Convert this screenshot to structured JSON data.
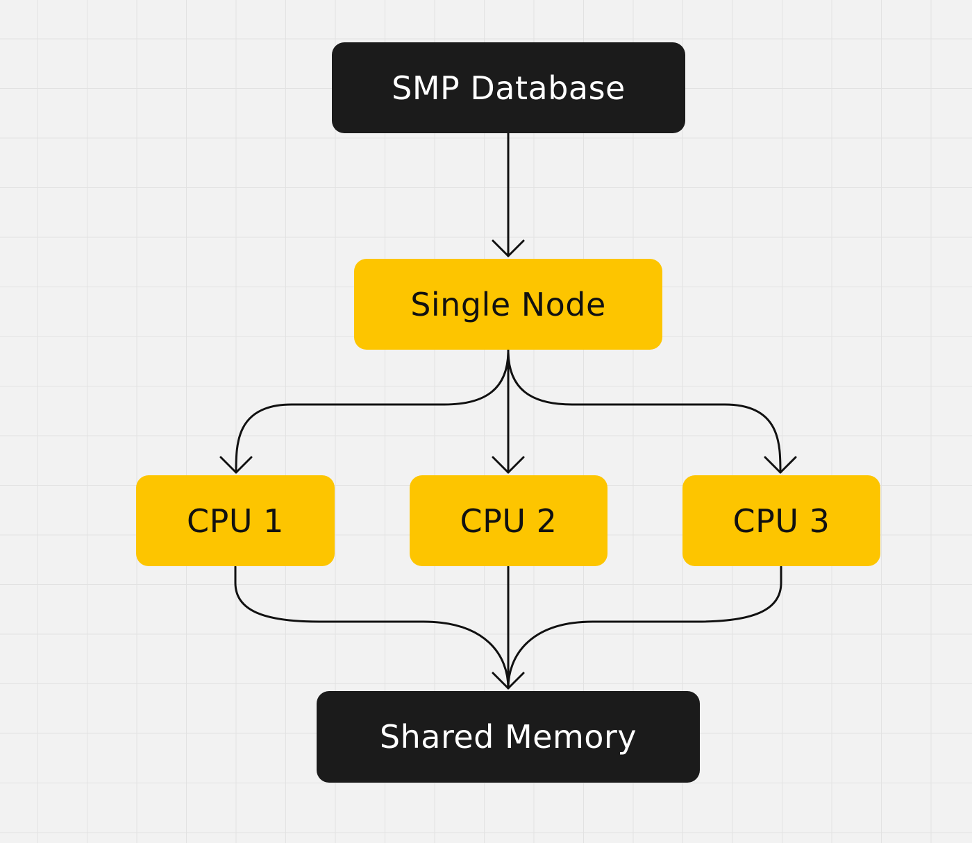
{
  "diagram": {
    "nodes": [
      {
        "id": "smp",
        "label": "SMP Database",
        "style": "dark"
      },
      {
        "id": "single",
        "label": "Single Node",
        "style": "yellow"
      },
      {
        "id": "cpu1",
        "label": "CPU 1",
        "style": "yellow"
      },
      {
        "id": "cpu2",
        "label": "CPU 2",
        "style": "yellow"
      },
      {
        "id": "cpu3",
        "label": "CPU 3",
        "style": "yellow"
      },
      {
        "id": "shared",
        "label": "Shared Memory",
        "style": "dark"
      }
    ],
    "edges": [
      {
        "from": "smp",
        "to": "single"
      },
      {
        "from": "single",
        "to": "cpu1"
      },
      {
        "from": "single",
        "to": "cpu2"
      },
      {
        "from": "single",
        "to": "cpu3"
      },
      {
        "from": "cpu1",
        "to": "shared"
      },
      {
        "from": "cpu2",
        "to": "shared"
      },
      {
        "from": "cpu3",
        "to": "shared"
      }
    ],
    "colors": {
      "dark_node": "#1b1b1b",
      "yellow_node": "#fdc500",
      "connector": "#111111",
      "background": "#f2f2f2",
      "grid": "#e2e2e2"
    }
  }
}
